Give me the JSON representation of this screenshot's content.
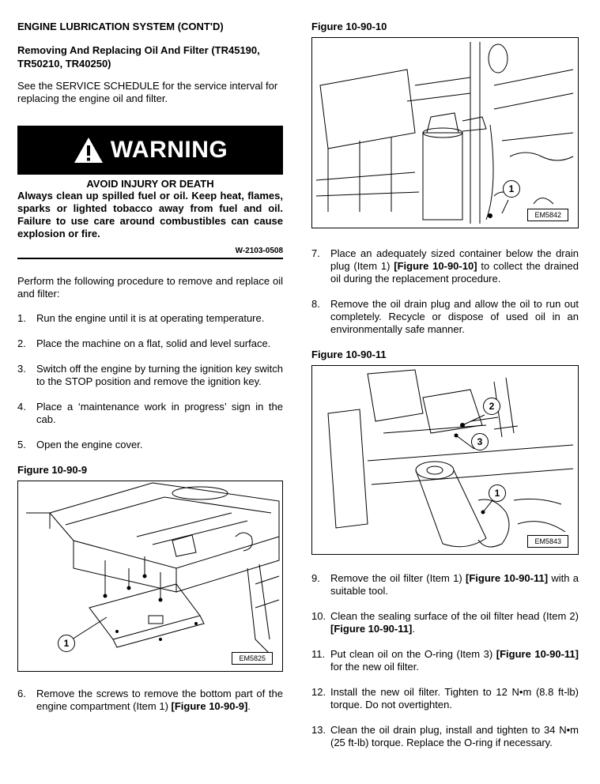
{
  "header": {
    "section_title": "ENGINE LUBRICATION SYSTEM (CONT'D)",
    "sub_title": "Removing And Replacing Oil And Filter (TR45190, TR50210, TR40250)",
    "intro": "See the SERVICE SCHEDULE for the service interval for replacing the engine oil and filter."
  },
  "warning": {
    "label": "WARNING",
    "heading": "AVOID INJURY OR DEATH",
    "body": "Always clean up spilled fuel or oil. Keep heat, flames, sparks or lighted tobacco away from fuel and oil. Failure to use care around combustibles can cause explosion or fire.",
    "code": "W-2103-0508"
  },
  "procedure_intro": "Perform the following procedure to remove and replace oil and filter:",
  "steps_left": [
    {
      "num": "1.",
      "text": "Run the engine until it is at operating temperature."
    },
    {
      "num": "2.",
      "text": "Place the machine on a flat, solid and level surface."
    },
    {
      "num": "3.",
      "text": "Switch off the engine by turning the ignition key switch to the STOP position and remove the ignition key."
    },
    {
      "num": "4.",
      "text": "Place a ‘maintenance work in progress’ sign in the cab."
    },
    {
      "num": "5.",
      "text": "Open the engine cover."
    }
  ],
  "figure_9": {
    "label": "Figure 10-90-9",
    "code": "EM5825",
    "callout": "1"
  },
  "step_6": {
    "num": "6.",
    "text": "Remove the screws to remove the bottom part of the engine compartment (Item 1) ",
    "ref": "[Figure 10-90-9]",
    "end": "."
  },
  "figure_10": {
    "label": "Figure 10-90-10",
    "code": "EM5842",
    "callout": "1"
  },
  "step_7": {
    "num": "7.",
    "text": "Place an adequately sized container below the drain plug (Item 1) ",
    "ref": "[Figure 10-90-10]",
    "end": " to collect the drained oil during the replacement procedure."
  },
  "step_8": {
    "num": "8.",
    "text": "Remove the oil drain plug and allow the oil to run out completely. Recycle or dispose of used oil in an environmentally safe manner."
  },
  "figure_11": {
    "label": "Figure 10-90-11",
    "code": "EM5843",
    "callouts": [
      "2",
      "3",
      "1"
    ]
  },
  "step_9": {
    "num": "9.",
    "text": "Remove the oil filter (Item 1) ",
    "ref": "[Figure 10-90-11]",
    "end": " with a suitable tool."
  },
  "step_10": {
    "num": "10.",
    "text": "Clean the sealing surface of the oil filter head (Item 2) ",
    "ref": "[Figure 10-90-11]",
    "end": "."
  },
  "step_11": {
    "num": "11.",
    "text": "Put clean oil on the O-ring (Item 3) ",
    "ref": "[Figure 10-90-11]",
    "end": " for the new oil filter."
  },
  "step_12": {
    "num": "12.",
    "text": "Install the new oil filter. Tighten to 12 N•m (8.8 ft-lb) torque. Do not overtighten."
  },
  "step_13": {
    "num": "13.",
    "text": "Clean the oil drain plug, install and tighten to 34 N•m (25 ft-lb) torque. Replace the O-ring if necessary."
  }
}
